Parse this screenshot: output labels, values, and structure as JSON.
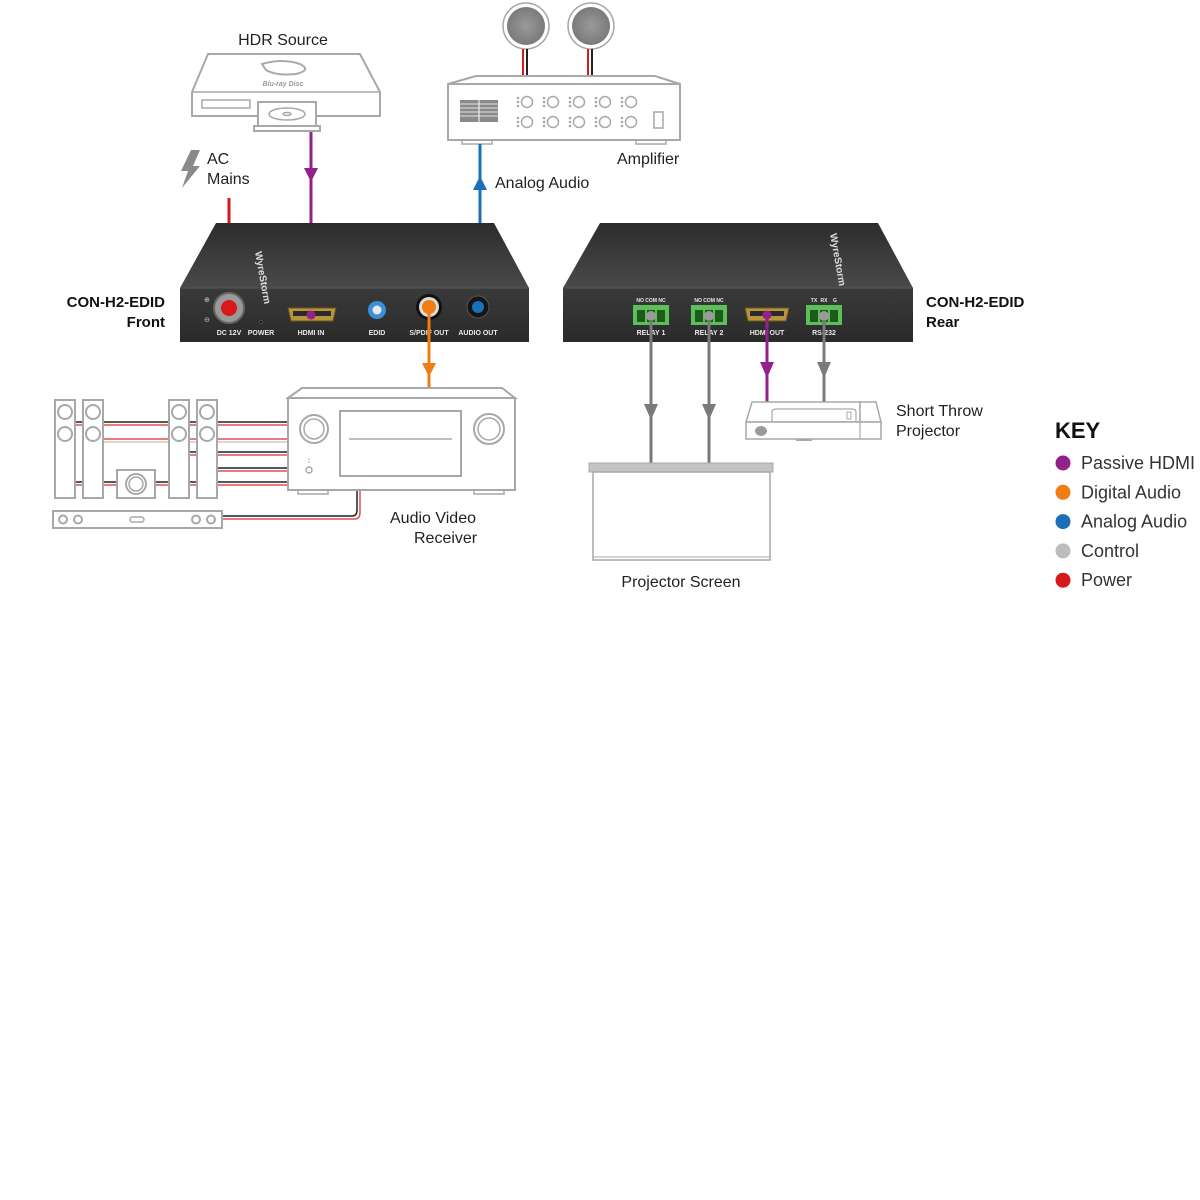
{
  "diagram": {
    "devices": {
      "hdr_source": {
        "label": "HDR Source",
        "logo_text": "Blu-ray Disc"
      },
      "amplifier": {
        "label": "Amplifier"
      },
      "ac_mains": {
        "label_line1": "AC",
        "label_line2": "Mains"
      },
      "front_unit": {
        "model": "CON-H2-EDID",
        "side": "Front",
        "brand_text": "WyreStorm",
        "ports": [
          "DC 12V",
          "POWER",
          "HDMI IN",
          "EDID",
          "S/PDIF OUT",
          "AUDIO OUT"
        ]
      },
      "rear_unit": {
        "model": "CON-H2-EDID",
        "side": "Rear",
        "brand_text": "WyreStorm",
        "ports": [
          "RELAY 1",
          "RELAY 2",
          "HDMI OUT",
          "RS-232"
        ],
        "relay_pins": "NO COM NC",
        "rs232_pins": [
          "TX",
          "RX",
          "G"
        ]
      },
      "avr": {
        "label_line1": "Audio Video",
        "label_line2": "Receiver"
      },
      "short_throw_projector": {
        "label_line1": "Short Throw",
        "label_line2": "Projector"
      },
      "projector_screen": {
        "label": "Projector Screen"
      }
    },
    "connections": [
      {
        "from": "hdr_source",
        "to": "front_unit.HDMI IN",
        "type": "Passive HDMI"
      },
      {
        "from": "ac_mains",
        "to": "front_unit.DC 12V",
        "type": "Power"
      },
      {
        "from": "front_unit.AUDIO OUT",
        "to": "amplifier",
        "type": "Analog Audio",
        "label": "Analog Audio"
      },
      {
        "from": "front_unit.S/PDIF OUT",
        "to": "avr",
        "type": "Digital Audio"
      },
      {
        "from": "rear_unit.RELAY 1",
        "to": "projector_screen",
        "type": "Control"
      },
      {
        "from": "rear_unit.RELAY 2",
        "to": "projector_screen",
        "type": "Control"
      },
      {
        "from": "rear_unit.HDMI OUT",
        "to": "short_throw_projector",
        "type": "Passive HDMI"
      },
      {
        "from": "rear_unit.RS-232",
        "to": "short_throw_projector",
        "type": "Control"
      }
    ]
  },
  "key": {
    "title": "KEY",
    "items": [
      {
        "label": "Passive HDMI",
        "color": "#93218c"
      },
      {
        "label": "Digital Audio",
        "color": "#f07d13"
      },
      {
        "label": "Analog Audio",
        "color": "#1a6fb9"
      },
      {
        "label": "Control",
        "color": "#bdbdbd"
      },
      {
        "label": "Power",
        "color": "#d7191c"
      }
    ]
  },
  "colors": {
    "hdmi": "#93218c",
    "digital_audio": "#f07d13",
    "analog_audio": "#1a6fb9",
    "control_line": "#7a7a7a",
    "power": "#d7191c",
    "chassis": "#3a3a3a",
    "terminal_green": "#5cbf5a"
  }
}
